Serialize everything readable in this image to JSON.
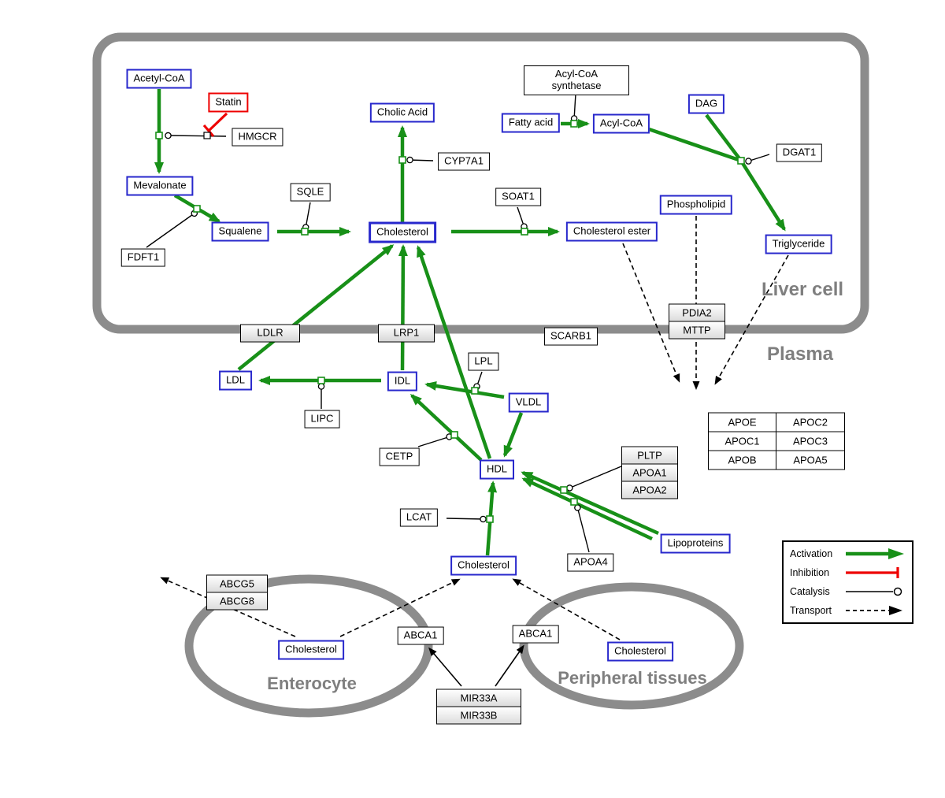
{
  "regions": {
    "liver_cell": "Liver cell",
    "plasma": "Plasma",
    "enterocyte": "Enterocyte",
    "peripheral_tissues": "Peripheral tissues"
  },
  "nodes": {
    "acetyl_coa": "Acetyl-CoA",
    "statin": "Statin",
    "hmgcr": "HMGCR",
    "mevalonate": "Mevalonate",
    "fdft1": "FDFT1",
    "squalene": "Squalene",
    "sqle": "SQLE",
    "cholesterol_liver": "Cholesterol",
    "cholic_acid": "Cholic Acid",
    "cyp7a1": "CYP7A1",
    "soat1": "SOAT1",
    "cholesterol_ester": "Cholesterol ester",
    "fatty_acid": "Fatty acid",
    "acyl_coa_synthetase": "Acyl-CoA synthetase",
    "acyl_coa": "Acyl-CoA",
    "dag": "DAG",
    "dgat1": "DGAT1",
    "phospholipid": "Phospholipid",
    "triglyceride": "Triglyceride",
    "ldlr": "LDLR",
    "lrp1": "LRP1",
    "scarb1": "SCARB1",
    "pdia2": "PDIA2",
    "mttp": "MTTP",
    "ldl": "LDL",
    "idl": "IDL",
    "lipc": "LIPC",
    "lpl": "LPL",
    "vldl": "VLDL",
    "cetp": "CETP",
    "hdl": "HDL",
    "lcat": "LCAT",
    "pltp": "PLTP",
    "apoa1": "APOA1",
    "apoa2": "APOA2",
    "apoa4": "APOA4",
    "lipoproteins": "Lipoproteins",
    "cholesterol_plasma": "Cholesterol",
    "apoe": "APOE",
    "apoc1": "APOC1",
    "apob": "APOB",
    "apoc2": "APOC2",
    "apoc3": "APOC3",
    "apoa5": "APOA5",
    "abcg5": "ABCG5",
    "abcg8": "ABCG8",
    "cholesterol_enterocyte": "Cholesterol",
    "abca1_enterocyte": "ABCA1",
    "abca1_peripheral": "ABCA1",
    "cholesterol_peripheral": "Cholesterol",
    "mir33a": "MIR33A",
    "mir33b": "MIR33B"
  },
  "legend": {
    "activation": "Activation",
    "inhibition": "Inhibition",
    "catalysis": "Catalysis",
    "transport": "Transport"
  },
  "colors": {
    "activation_green": "#189018",
    "inhibition_red": "#ee0000",
    "metabolite_blue": "#2828cc",
    "membrane_gray": "#8c8c8c",
    "label_gray": "#7f7f7f"
  }
}
